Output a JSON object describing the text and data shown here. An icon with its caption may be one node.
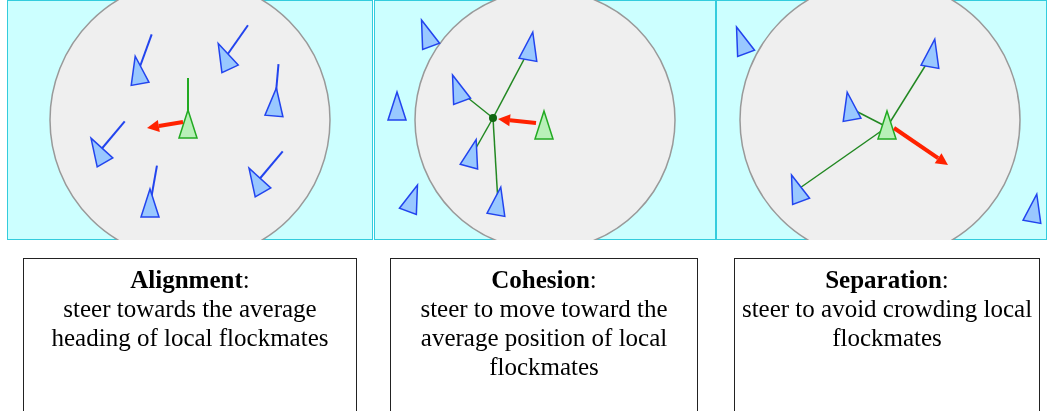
{
  "diagram": {
    "nodes": [
      {
        "text": [
          "**Alignment**:",
          "steer towards the average heading of local flockmates"
        ]
      },
      {
        "text": [
          "**Cohesion**:",
          "steer to move toward the average position of local flockmates"
        ]
      },
      {
        "text": [
          "**Separation**:",
          "steer to avoid crowding local flockmates"
        ]
      }
    ]
  }
}
